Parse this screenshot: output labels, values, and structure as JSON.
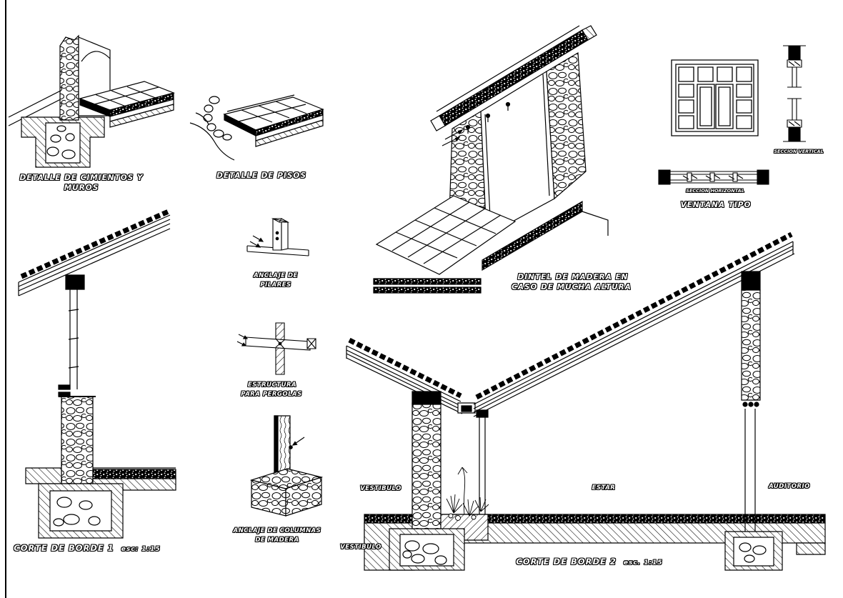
{
  "sheet": {
    "background": "#ffffff",
    "ink": "#000000"
  },
  "details": {
    "cimientos": {
      "caption_line1": "DETALLE DE CIMIENTOS Y",
      "caption_line2": "MUROS"
    },
    "pisos": {
      "caption": "DETALLE DE PISOS"
    },
    "anclaje_pilares": {
      "caption_line1": "ANCLAJE DE",
      "caption_line2": "PILARES"
    },
    "pergolas": {
      "caption_line1": "ESTRUCTURA",
      "caption_line2": "PARA PERGOLAS"
    },
    "anclaje_columnas": {
      "caption_line1": "ANCLAJE DE COLUMNAS",
      "caption_line2": "DE MADERA"
    },
    "corte1": {
      "caption": "CORTE DE BORDE 1",
      "scale": "esc: 1:15"
    },
    "dintel": {
      "caption_line1": "DINTEL DE MADERA EN",
      "caption_line2": "CASO DE MUCHA ALTURA"
    },
    "ventana": {
      "caption": "VENTANA TIPO",
      "seccion_horizontal": "SECCION HORIZONTAL",
      "seccion_vertical": "SECCION VERTICAL"
    },
    "corte2": {
      "caption": "CORTE DE BORDE 2",
      "scale": "esc. 1:15",
      "rooms": [
        "VESTIBULO",
        "ESTAR",
        "AUDITORIO",
        "VESTIBULO"
      ]
    }
  }
}
